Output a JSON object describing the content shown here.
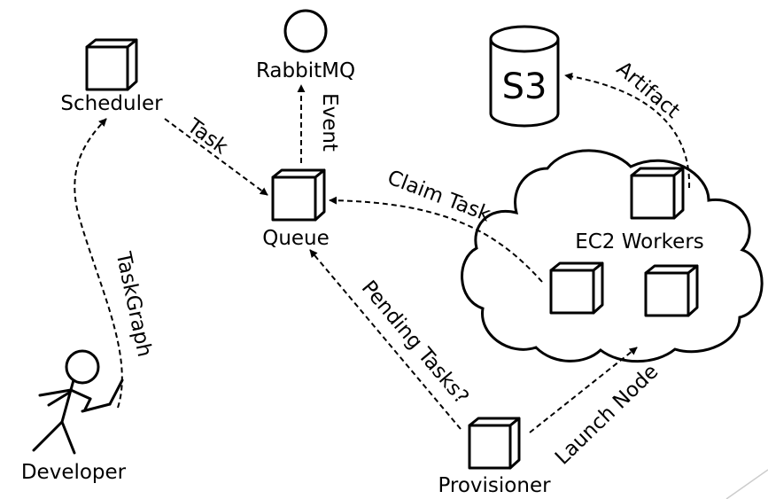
{
  "nodes": {
    "scheduler": "Scheduler",
    "rabbitmq": "RabbitMQ",
    "queue": "Queue",
    "s3": "S3",
    "ec2_workers": "EC2 Workers",
    "developer": "Developer",
    "provisioner": "Provisioner"
  },
  "edges": {
    "task": "Task",
    "event": "Event",
    "claim_task": "Claim Task",
    "artifact": "Artifact",
    "taskgraph": "TaskGraph",
    "pending_tasks": "Pending Tasks?",
    "launch_node": "Launch Node"
  }
}
